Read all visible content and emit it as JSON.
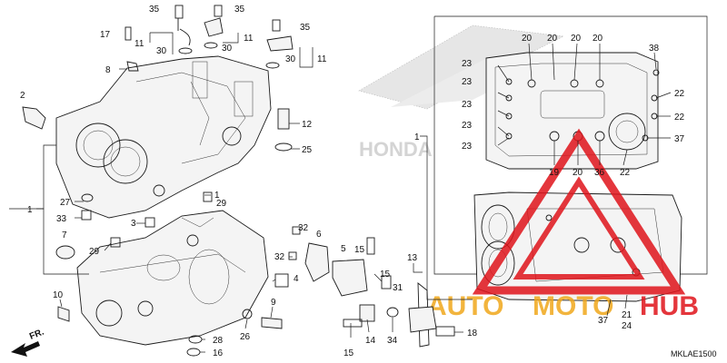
{
  "diagram_code": "MKLAE1500",
  "front_arrow": "FR.",
  "watermark": {
    "brand_auto": "AUTO",
    "brand_moto": "MOTO",
    "brand_hub": "HUB",
    "color_red": "#e0141b",
    "color_orange": "#f0a81c",
    "bg_text": "HONDA"
  },
  "callouts": [
    "35",
    "35",
    "17",
    "11",
    "30",
    "11",
    "30",
    "35",
    "11",
    "30",
    "8",
    "2",
    "12",
    "25",
    "27",
    "33",
    "3",
    "29",
    "1",
    "1",
    "7",
    "29",
    "32",
    "32",
    "6",
    "4",
    "5",
    "15",
    "15",
    "13",
    "31",
    "10",
    "9",
    "26",
    "28",
    "16",
    "14",
    "34",
    "15",
    "18",
    "20",
    "20",
    "20",
    "20",
    "38",
    "23",
    "23",
    "23",
    "23",
    "23",
    "22",
    "22",
    "37",
    "19",
    "20",
    "36",
    "22",
    "37",
    "21",
    "24",
    "1"
  ]
}
